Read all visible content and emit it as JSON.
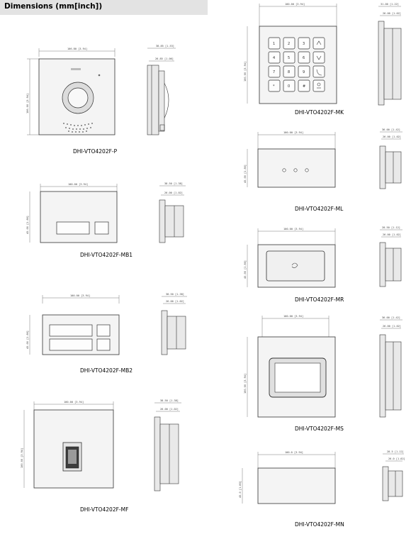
{
  "header": {
    "title": "Dimensions (mm[inch])"
  },
  "models": [
    {
      "name": "DHI-VTO4202F-P",
      "width_dim": "106.80 [3.94]",
      "height_dim": "106.00 [3.94]",
      "depth_dim": "38.85 [1.53]",
      "depth_dim2": "26.85 [1.06]"
    },
    {
      "name": "DHI-VTO4202F-MB1",
      "width_dim": "100.00 [3.94]",
      "height_dim": "45.00 [1.80]",
      "depth_dim": "38.50 [1.38]",
      "depth_dim2": "26.00 [1.02]"
    },
    {
      "name": "DHI-VTO4202F-MB2",
      "width_dim": "100.00 [3.94]",
      "height_dim": "45.00 [1.80]",
      "depth_dim": "38.50 [1.38]",
      "depth_dim2": "26.00 [1.02]"
    },
    {
      "name": "DHI-VTO4202F-MF",
      "width_dim": "100.00 [3.94]",
      "height_dim": "100.00 [3.94]",
      "depth_dim": "38.50 [1.38]",
      "depth_dim2": "26.00 [1.02]"
    },
    {
      "name": "DHI-VTO4202F-MK",
      "width_dim": "100.00 [3.94]",
      "height_dim": "100.00 [3.94]",
      "depth_dim": "31.00 [1.22]",
      "depth_dim2": "26.00 [1.02]"
    },
    {
      "name": "DHI-VTO4202F-ML",
      "width_dim": "100.00 [3.94]",
      "height_dim": "45.00 [1.80]",
      "depth_dim": "36.00 [1.42]",
      "depth_dim2": "26.00 [1.02]"
    },
    {
      "name": "DHI-VTO4202F-MR",
      "width_dim": "100.00 [3.94]",
      "height_dim": "45.00 [1.80]",
      "depth_dim": "28.50 [1.12]",
      "depth_dim2": "26.00 [1.02]"
    },
    {
      "name": "DHI-VTO4202F-MS",
      "width_dim": "100.00 [3.94]",
      "height_dim": "100.00 [3.94]",
      "depth_dim": "36.00 [1.42]",
      "depth_dim2": "26.00 [1.02]"
    },
    {
      "name": "DHI-VTO4202F-MN",
      "width_dim": "100.0 [3.94]",
      "height_dim": "45.0 [1.80]",
      "depth_dim": "28.5 [1.12]",
      "depth_dim2": "26.0 [1.02]"
    }
  ],
  "keypad": [
    "1",
    "2",
    "3",
    "4",
    "5",
    "6",
    "7",
    "8",
    "9",
    "*",
    "0",
    "#"
  ]
}
